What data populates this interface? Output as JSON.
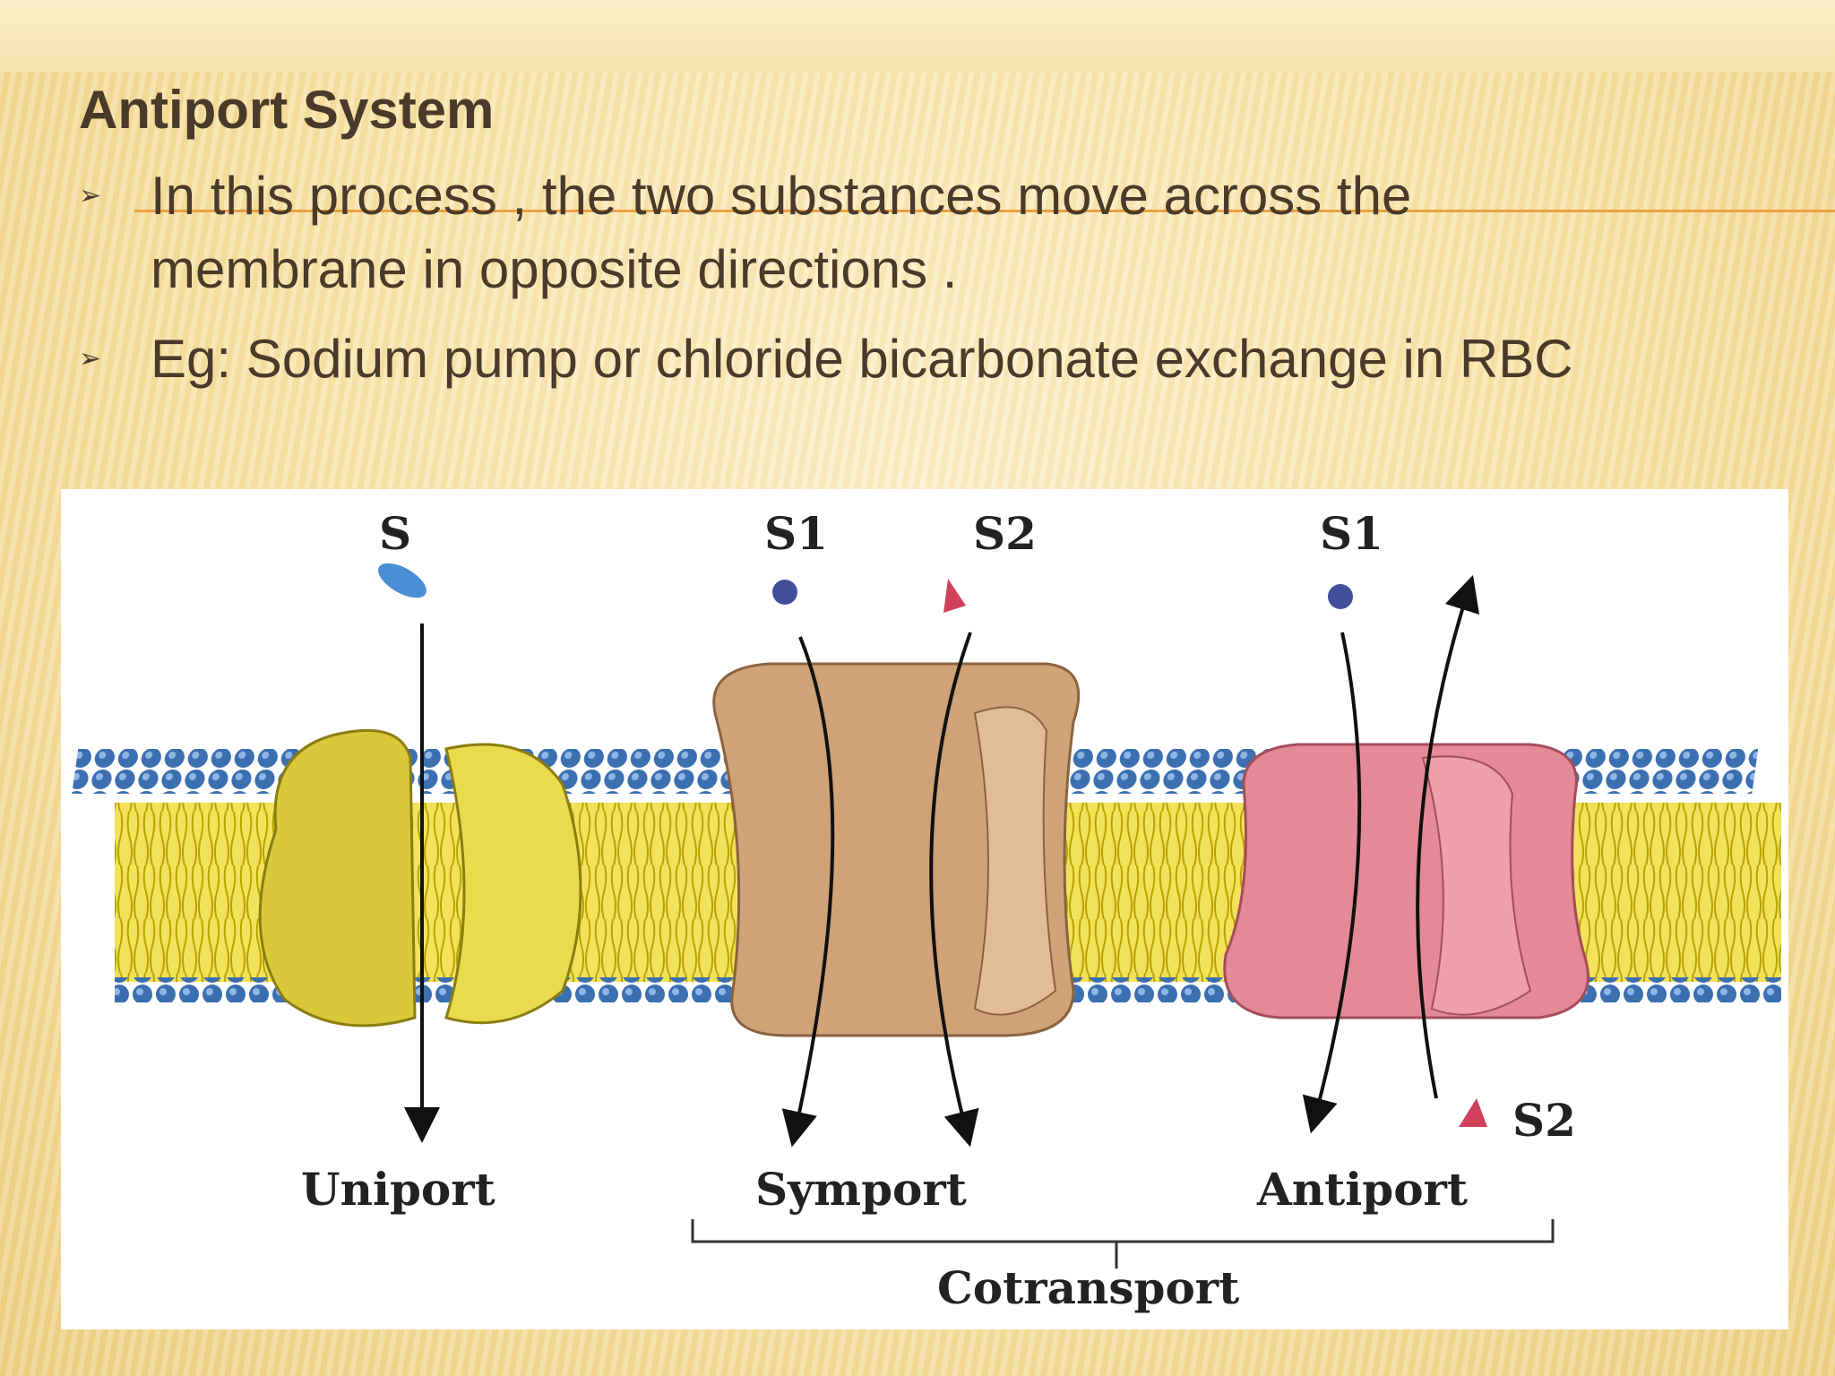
{
  "slide": {
    "title": "Antiport System",
    "bullets": [
      {
        "line1": " In this process , the two substances move across the",
        "line2": "membrane in opposite directions ."
      },
      {
        "line1": " Eg: Sodium pump or chloride bicarbonate exchange in RBC"
      }
    ]
  },
  "diagram": {
    "labels": {
      "uniport_substrate": "S",
      "symport_s1": "S1",
      "symport_s2": "S2",
      "antiport_s1": "S1",
      "antiport_s2": "S2",
      "uniport": "Uniport",
      "symport": "Symport",
      "antiport": "Antiport",
      "cotransport": "Cotransport"
    },
    "colors": {
      "lipid_head": "#3b6fb0",
      "lipid_tail": "#f2e15a",
      "uniport_protein": "#d9c83a",
      "symport_protein": "#cfa277",
      "antiport_protein": "#e48a96",
      "s_molecule": "#4a8fd6",
      "s1_molecule": "#3f4f9a",
      "s2_molecule": "#d0405a"
    }
  }
}
